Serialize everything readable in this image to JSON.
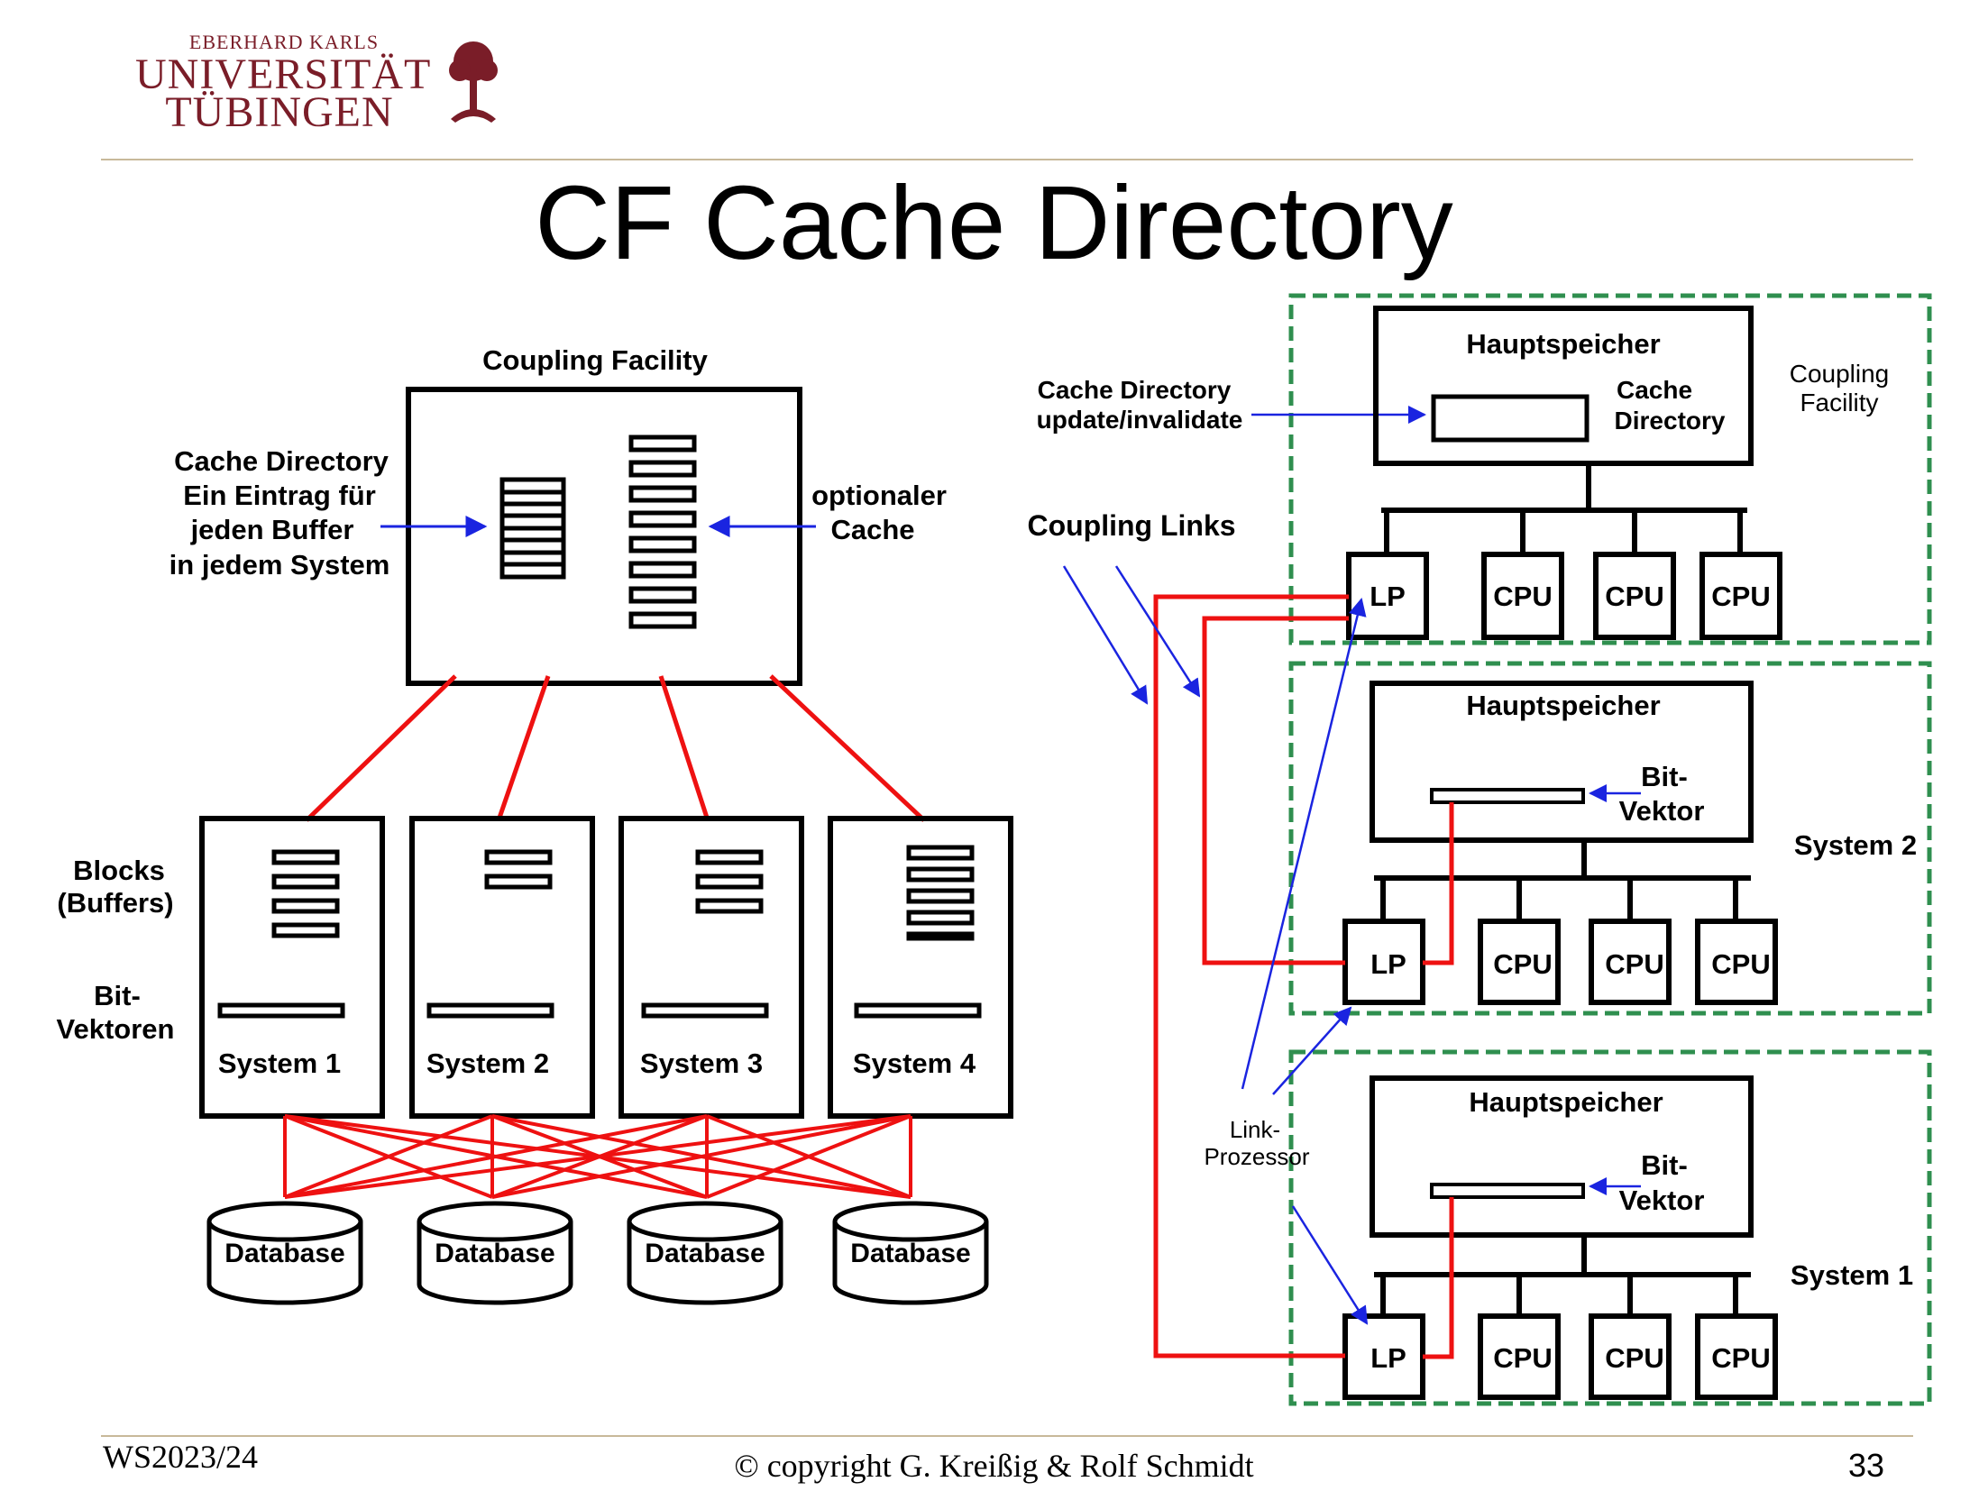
{
  "logo": {
    "line1": "EBERHARD KARLS",
    "line2": "UNIVERSITÄT",
    "line3": "TÜBINGEN"
  },
  "title": "CF Cache Directory",
  "left_diagram": {
    "coupling_facility_label": "Coupling Facility",
    "cache_directory_label": [
      "Cache Directory",
      "Ein Eintrag für",
      "jeden Buffer",
      "in jedem System"
    ],
    "optional_cache_label": [
      "optionaler",
      "Cache"
    ],
    "blocks_label": [
      "Blocks",
      "(Buffers)"
    ],
    "bitvectors_label": [
      "Bit-",
      "Vektoren"
    ],
    "systems": [
      "System 1",
      "System 2",
      "System 3",
      "System 4"
    ],
    "databases": [
      "Database",
      "Database",
      "Database",
      "Database"
    ]
  },
  "right_diagram": {
    "coupling_links_label": "Coupling Links",
    "cache_dir_update_label": [
      "Cache Directory",
      "update/invalidate"
    ],
    "link_processor_label": [
      "Link-",
      "Prozessor"
    ],
    "top": {
      "memory_label": "Hauptspeicher",
      "cache_directory_label": [
        "Cache",
        "Directory"
      ],
      "side_label": [
        "Coupling",
        "Facility"
      ],
      "units": [
        "LP",
        "CPU",
        "CPU",
        "CPU"
      ]
    },
    "middle": {
      "memory_label": "Hauptspeicher",
      "bitvector_label": [
        "Bit-",
        "Vektor"
      ],
      "side_label": "System 2",
      "units": [
        "LP",
        "CPU",
        "CPU",
        "CPU"
      ]
    },
    "bottom": {
      "memory_label": "Hauptspeicher",
      "bitvector_label": [
        "Bit-",
        "Vektor"
      ],
      "side_label": "System 1",
      "units": [
        "LP",
        "CPU",
        "CPU",
        "CPU"
      ]
    }
  },
  "footer": {
    "semester": "WS2023/24",
    "copyright": "© copyright G. Kreißig & Rolf Schmidt",
    "page": "33"
  },
  "colors": {
    "logo": "#7a1d28",
    "rule": "#c8b99a",
    "link_red": "#ee1111",
    "arrow_blue": "#1a24e0",
    "boundary_green": "#2f8f4f"
  }
}
